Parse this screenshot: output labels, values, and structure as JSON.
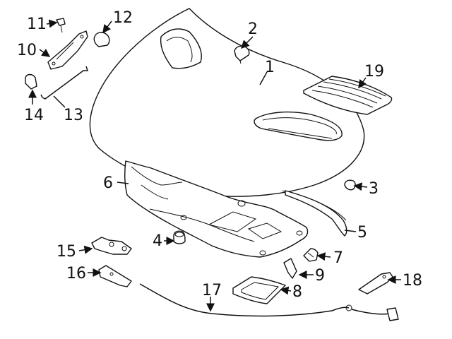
{
  "diagram": {
    "colors": {
      "ink": "#111111",
      "paper": "#ffffff"
    },
    "callouts": [
      {
        "id": "c1",
        "label": "1"
      },
      {
        "id": "c2",
        "label": "2"
      },
      {
        "id": "c3",
        "label": "3"
      },
      {
        "id": "c4",
        "label": "4"
      },
      {
        "id": "c5",
        "label": "5"
      },
      {
        "id": "c6",
        "label": "6"
      },
      {
        "id": "c7",
        "label": "7"
      },
      {
        "id": "c8",
        "label": "8"
      },
      {
        "id": "c9",
        "label": "9"
      },
      {
        "id": "c10",
        "label": "10"
      },
      {
        "id": "c11",
        "label": "11"
      },
      {
        "id": "c12",
        "label": "12"
      },
      {
        "id": "c13",
        "label": "13"
      },
      {
        "id": "c14",
        "label": "14"
      },
      {
        "id": "c15",
        "label": "15"
      },
      {
        "id": "c16",
        "label": "16"
      },
      {
        "id": "c17",
        "label": "17"
      },
      {
        "id": "c18",
        "label": "18"
      },
      {
        "id": "c19",
        "label": "19"
      }
    ]
  }
}
